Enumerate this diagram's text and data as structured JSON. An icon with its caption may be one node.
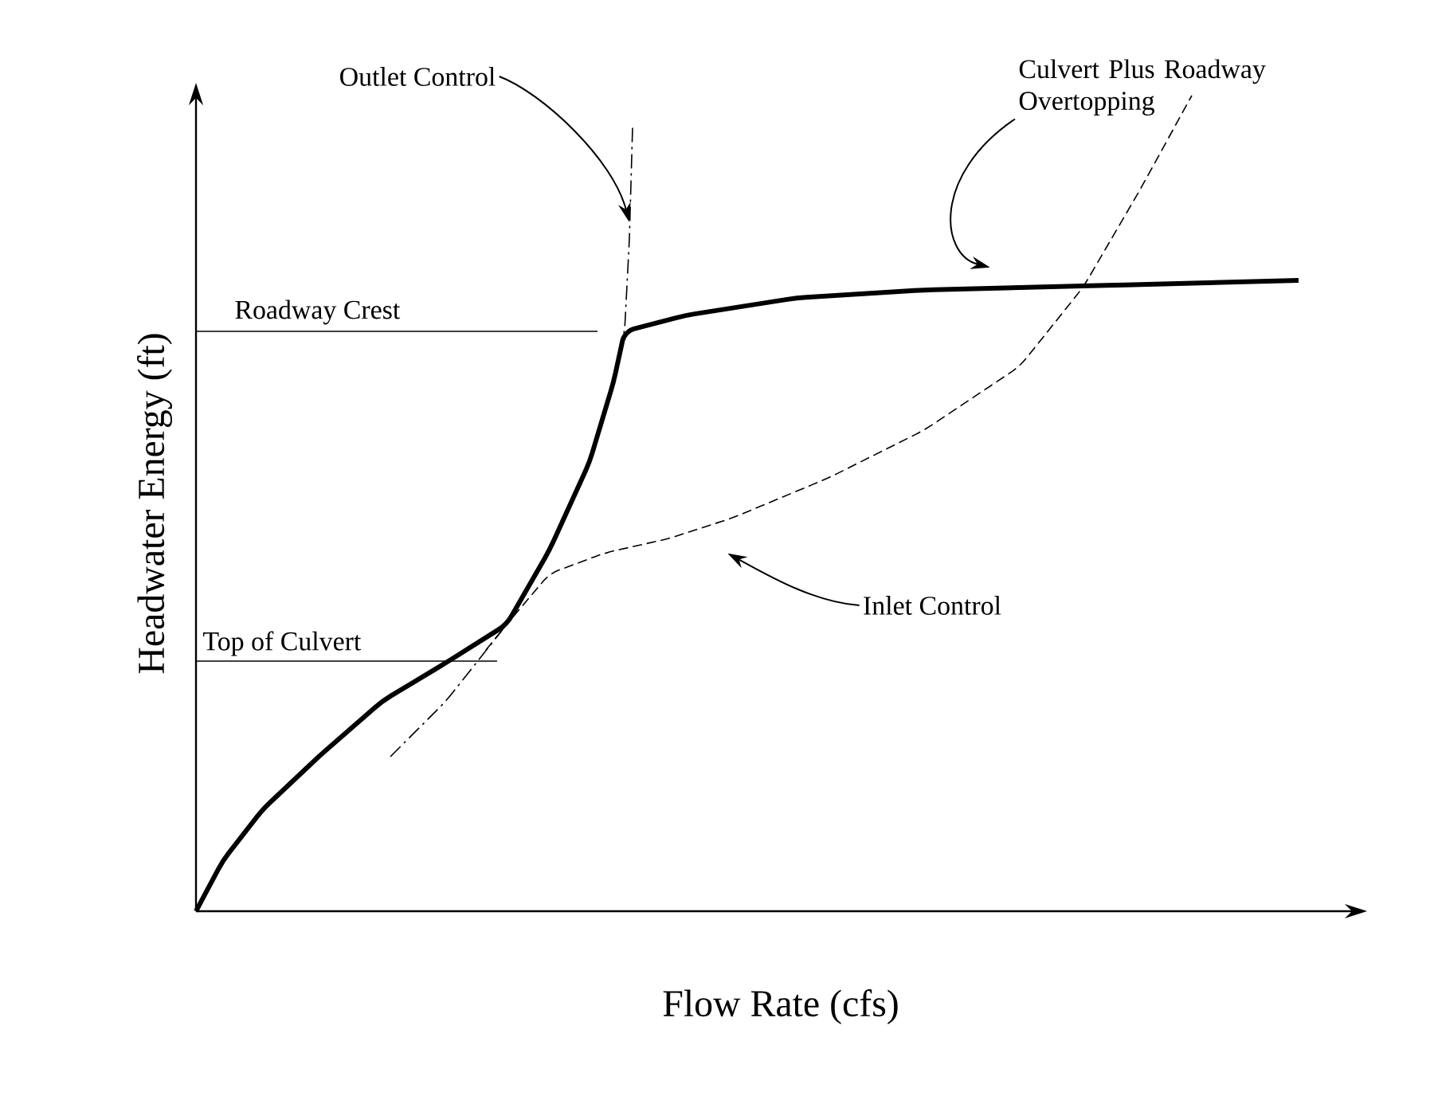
{
  "diagram": {
    "nodes": [
      {
        "text": [
          "Outlet Control"
        ]
      },
      {
        "text": [],
        "shape": "line"
      },
      {
        "text": [
          "Culvert Plus Roadway Overtopping"
        ]
      },
      {
        "text": [],
        "shape": "line"
      },
      {
        "text": [
          "Inlet Control"
        ]
      },
      {
        "text": [],
        "shape": "line"
      }
    ],
    "edges": [
      {
        "from": 0,
        "to": 1,
        "arrow": "to"
      },
      {
        "from": 2,
        "to": 3,
        "arrow": "to"
      },
      {
        "from": 4,
        "to": 5,
        "arrow": "to"
      }
    ],
    "labels": [
      "Roadway Crest",
      "Top of Culvert",
      "Headwater Energy (ft)",
      "Flow Rate (cfs)"
    ]
  }
}
